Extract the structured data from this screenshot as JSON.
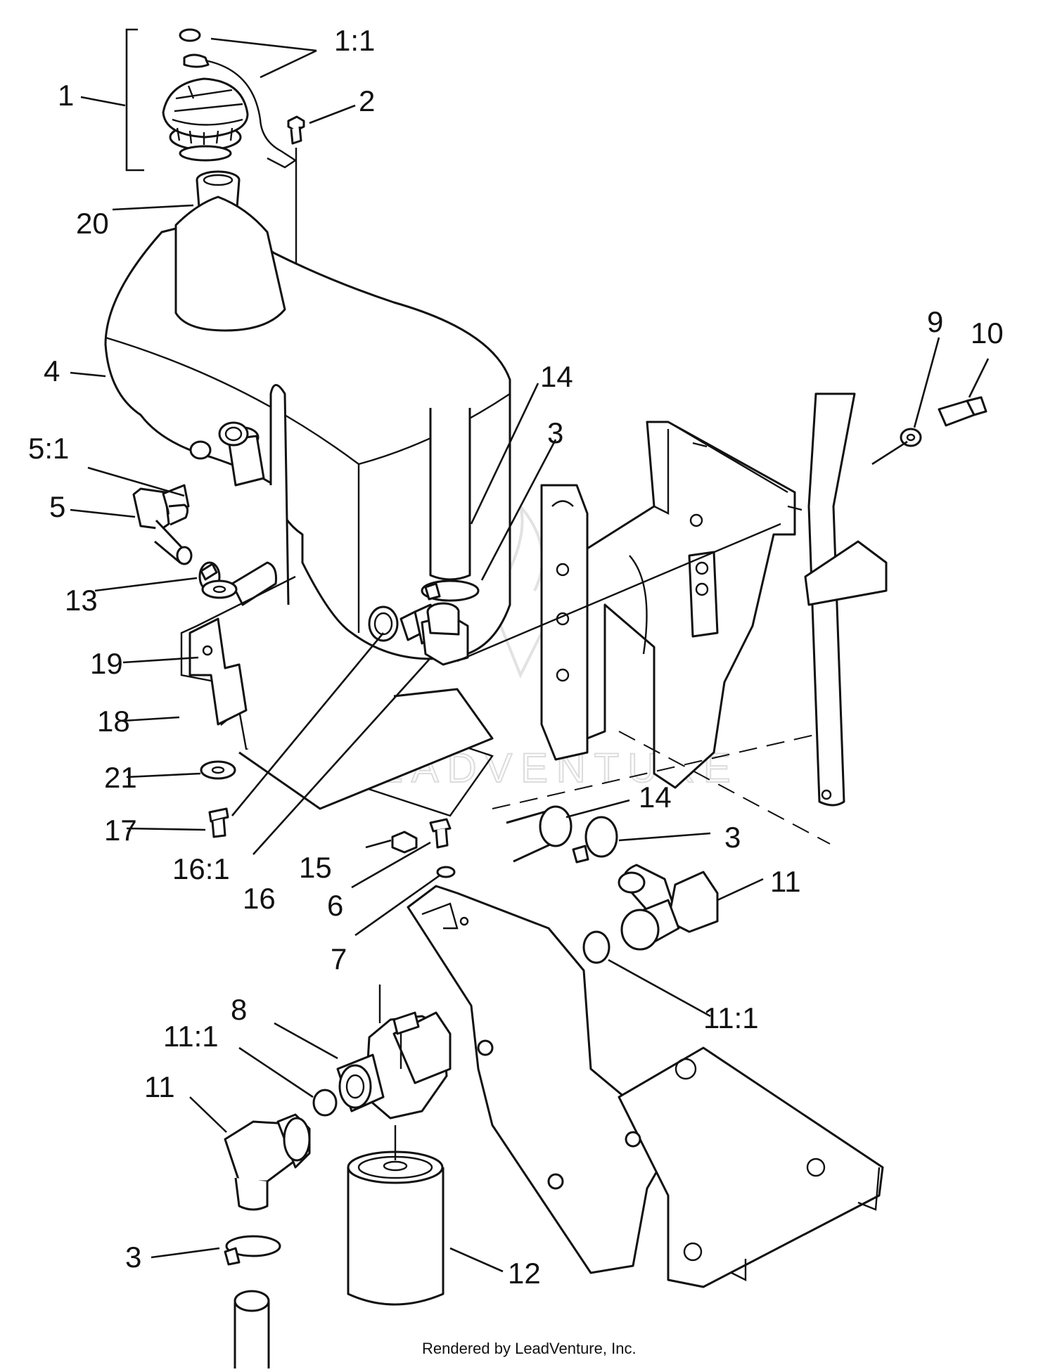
{
  "diagram": {
    "callouts": [
      {
        "id": "c-1-1",
        "text": "1:1"
      },
      {
        "id": "c-1",
        "text": "1"
      },
      {
        "id": "c-2",
        "text": "2"
      },
      {
        "id": "c-20",
        "text": "20"
      },
      {
        "id": "c-4",
        "text": "4"
      },
      {
        "id": "c-5-1",
        "text": "5:1"
      },
      {
        "id": "c-5",
        "text": "5"
      },
      {
        "id": "c-13",
        "text": "13"
      },
      {
        "id": "c-19",
        "text": "19"
      },
      {
        "id": "c-18",
        "text": "18"
      },
      {
        "id": "c-21",
        "text": "21"
      },
      {
        "id": "c-17",
        "text": "17"
      },
      {
        "id": "c-16-1",
        "text": "16:1"
      },
      {
        "id": "c-16",
        "text": "16"
      },
      {
        "id": "c-15",
        "text": "15"
      },
      {
        "id": "c-6",
        "text": "6"
      },
      {
        "id": "c-7",
        "text": "7"
      },
      {
        "id": "c-14a",
        "text": "14"
      },
      {
        "id": "c-3a",
        "text": "3"
      },
      {
        "id": "c-9",
        "text": "9"
      },
      {
        "id": "c-10",
        "text": "10"
      },
      {
        "id": "c-14b",
        "text": "14"
      },
      {
        "id": "c-3b",
        "text": "3"
      },
      {
        "id": "c-11a",
        "text": "11"
      },
      {
        "id": "c-11-1a",
        "text": "11:1"
      },
      {
        "id": "c-8",
        "text": "8"
      },
      {
        "id": "c-11-1b",
        "text": "11:1"
      },
      {
        "id": "c-11b",
        "text": "11"
      },
      {
        "id": "c-3c",
        "text": "3"
      },
      {
        "id": "c-12",
        "text": "12"
      }
    ],
    "watermark": "LEADVENTURE",
    "footer": "Rendered by LeadVenture, Inc."
  }
}
